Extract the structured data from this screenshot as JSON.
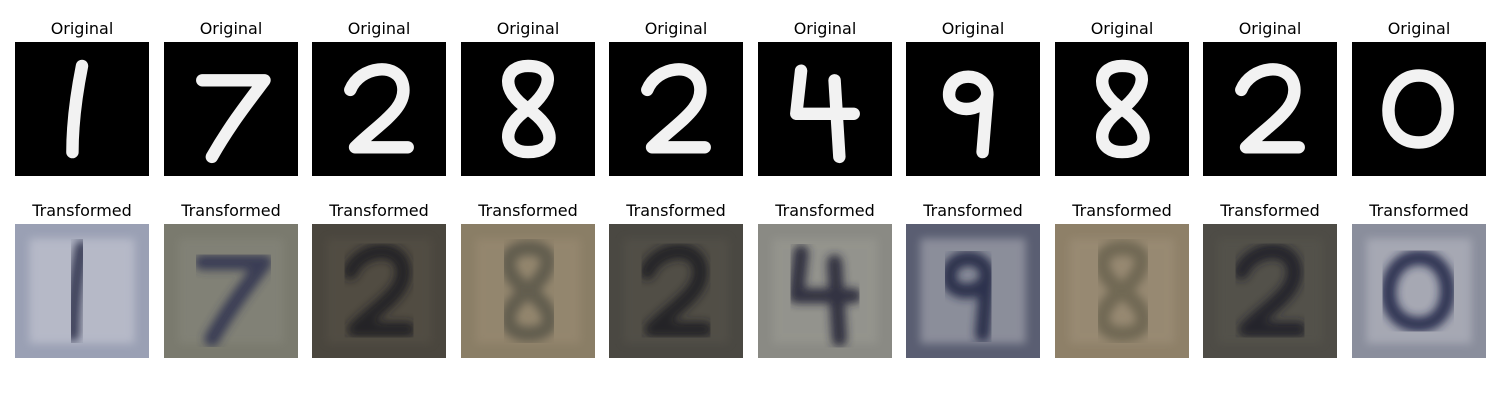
{
  "row_titles": {
    "original": "Original",
    "transformed": "Transformed"
  },
  "pairs": [
    {
      "digit": "1",
      "transformed_tint": [
        "#9aa0b4",
        "#d8d8e0",
        "#2c2f4a"
      ]
    },
    {
      "digit": "7",
      "transformed_tint": [
        "#7a7a6e",
        "#8a8a80",
        "#2d3350"
      ]
    },
    {
      "digit": "2",
      "transformed_tint": [
        "#4a463e",
        "#5a5448",
        "#1c1d24"
      ]
    },
    {
      "digit": "8",
      "transformed_tint": [
        "#8a7e66",
        "#a09078",
        "#5a5648"
      ]
    },
    {
      "digit": "2",
      "transformed_tint": [
        "#4a4842",
        "#5a564e",
        "#1a1b24"
      ]
    },
    {
      "digit": "4",
      "transformed_tint": [
        "#8a8a84",
        "#a0a098",
        "#222436"
      ]
    },
    {
      "digit": "9",
      "transformed_tint": [
        "#5a5e72",
        "#c8c8cc",
        "#1e2240"
      ]
    },
    {
      "digit": "8",
      "transformed_tint": [
        "#8e8068",
        "#a49680",
        "#6a6450"
      ]
    },
    {
      "digit": "2",
      "transformed_tint": [
        "#4e4c46",
        "#5a5850",
        "#1e1e26"
      ]
    },
    {
      "digit": "0",
      "transformed_tint": [
        "#8a8e9c",
        "#c8c8d0",
        "#1c2244"
      ]
    }
  ]
}
